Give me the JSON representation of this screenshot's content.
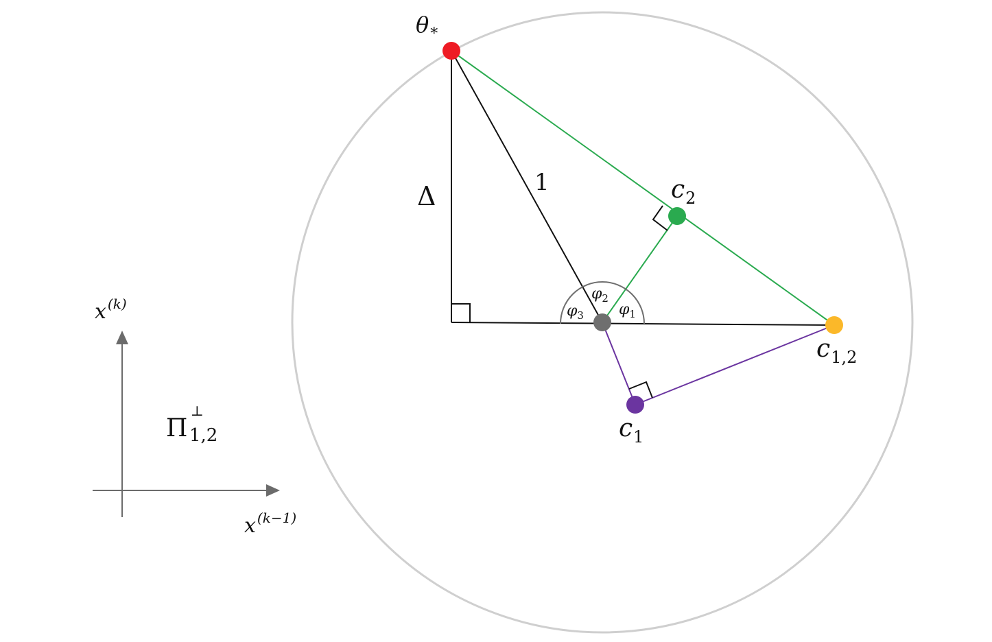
{
  "colors": {
    "circle": "#cfcfcf",
    "black": "#111111",
    "green": "#2aaa4f",
    "purple": "#6b35a0",
    "red": "#ee1b24",
    "orange": "#fbb829",
    "gray": "#6f6f6f",
    "axis": "#6b6b6b"
  },
  "labels": {
    "theta_star": {
      "base": "θ",
      "sub": "*"
    },
    "c2": {
      "base": "c",
      "sub": "2"
    },
    "c12": {
      "base": "c",
      "sub": "1,2"
    },
    "c1": {
      "base": "c",
      "sub": "1"
    },
    "delta": "Δ",
    "one": "1",
    "phi1": {
      "base": "φ",
      "sub": "1"
    },
    "phi2": {
      "base": "φ",
      "sub": "2"
    },
    "phi3": {
      "base": "φ",
      "sub": "3"
    }
  },
  "axes": {
    "x_label": {
      "base": "x",
      "sup": "(k−1)"
    },
    "y_label": {
      "base": "x",
      "sup": "(k)"
    },
    "plane_label": {
      "base": "Π",
      "sup": "⊥",
      "sub": "1,2"
    }
  }
}
